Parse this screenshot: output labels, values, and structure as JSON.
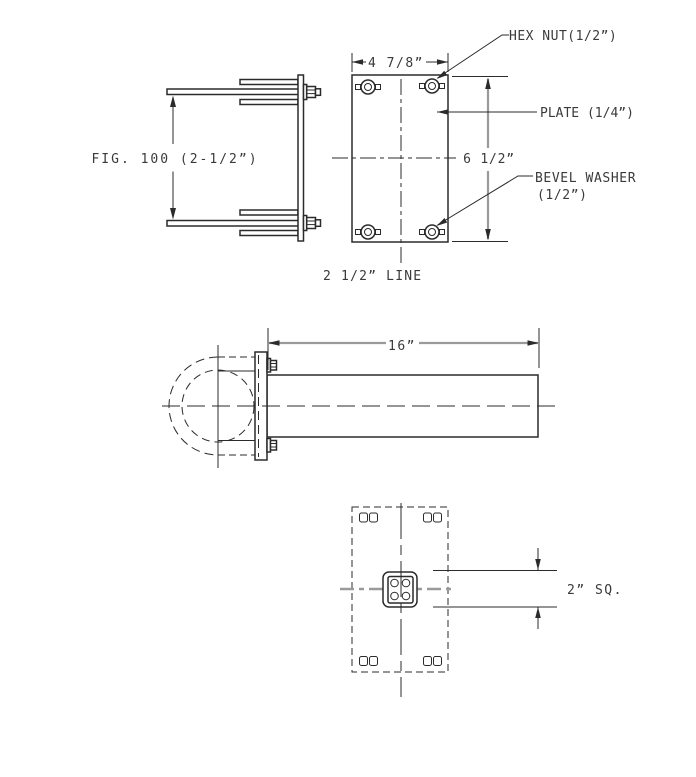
{
  "colors": {
    "line": "#2b2b2b",
    "dimgray": "#9a9a9a",
    "textcol": "#3a3a3a",
    "bg": "#ffffff"
  },
  "views": {
    "clamp_side": {
      "title_label": "FIG. 100 (2-1/2”)"
    },
    "plate_front": {
      "labels": {
        "hex_nut": "HEX NUT(1/2”)",
        "plate": "PLATE (1/4”)",
        "bevel_washer_line1": "BEVEL WASHER",
        "bevel_washer_line2": "(1/2”)",
        "pipe_line": "2 1/2” LINE"
      },
      "dimensions": {
        "width": "4 7/8”",
        "height": "6 1/2”"
      }
    },
    "arm_side": {
      "dimensions": {
        "length": "16”"
      }
    },
    "arm_bottom": {
      "dimensions": {
        "square": "2” SQ."
      }
    }
  }
}
